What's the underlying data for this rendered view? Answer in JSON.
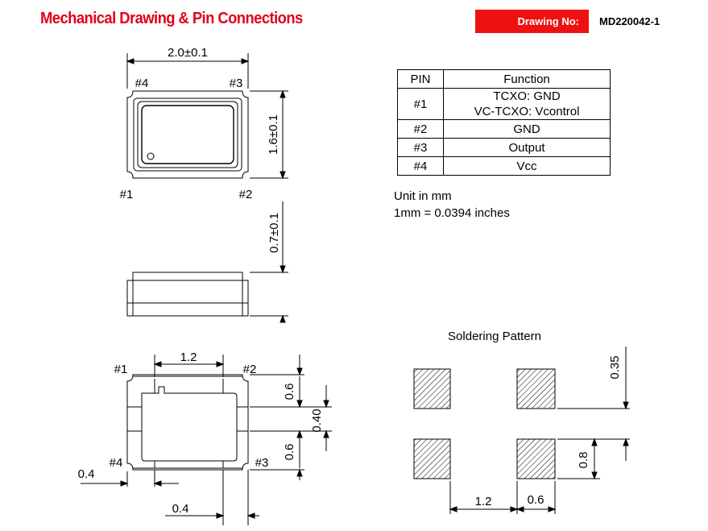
{
  "header": {
    "title": "Mechanical Drawing & Pin Connections",
    "drawing_no_label": "Drawing No:",
    "drawing_no": "MD220042-1"
  },
  "top_view": {
    "width_dim": "2.0±0.1",
    "height_dim": "1.6±0.1",
    "pin4": "#4",
    "pin3": "#3",
    "pin1": "#1",
    "pin2": "#2"
  },
  "side_view": {
    "thickness_dim": "0.7±0.1"
  },
  "bottom_view": {
    "pin1": "#1",
    "pin2": "#2",
    "pin4": "#4",
    "pin3": "#3",
    "dim_top": "1.2",
    "dim_right_a": "0.6",
    "dim_right_b": "0.40",
    "dim_right_c": "0.6",
    "dim_left_bottom": "0.4",
    "dim_bottom": "0.4"
  },
  "pin_table": {
    "headers": [
      "PIN",
      "Function"
    ],
    "rows": [
      {
        "pin": "#1",
        "function_line1": "TCXO: GND",
        "function_line2": "VC-TCXO: Vcontrol"
      },
      {
        "pin": "#2",
        "function_line1": "GND"
      },
      {
        "pin": "#3",
        "function_line1": "Output"
      },
      {
        "pin": "#4",
        "function_line1": "Vcc"
      }
    ]
  },
  "units": {
    "line1": "Unit in mm",
    "line2": "1mm = 0.0394 inches"
  },
  "soldering": {
    "title": "Soldering Pattern",
    "dim_gap": "0.35",
    "dim_pad_h": "0.8",
    "dim_pitch": "1.2",
    "dim_pad_w": "0.6"
  }
}
